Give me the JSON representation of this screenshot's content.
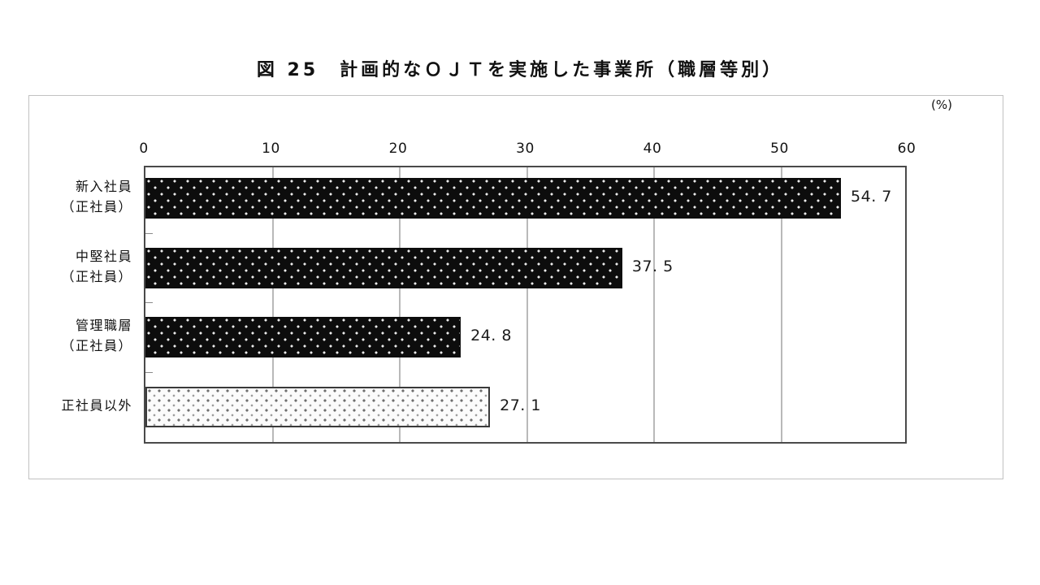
{
  "figure": {
    "title": "図 25　計画的なＯＪＴを実施した事業所（職層等別）",
    "unit_label": "(%)"
  },
  "chart_data": {
    "type": "bar",
    "orientation": "horizontal",
    "title": "図 25　計画的なＯＪＴを実施した事業所（職層等別）",
    "xlabel": "(%)",
    "ylabel": "",
    "xlim": [
      0,
      60
    ],
    "grid": true,
    "legend": "none",
    "categories": [
      "新入社員\n（正社員）",
      "中堅社員\n（正社員）",
      "管理職層\n（正社員）",
      "正社員以外"
    ],
    "values": [
      54.7,
      37.5,
      24.8,
      27.1
    ],
    "value_labels": [
      "54. 7",
      "37. 5",
      "24. 8",
      "27. 1"
    ],
    "bar_styles": [
      "dark",
      "dark",
      "dark",
      "light"
    ],
    "xticks": [
      0,
      10,
      20,
      30,
      40,
      50,
      60
    ],
    "xtick_labels": [
      "0",
      "10",
      "20",
      "30",
      "40",
      "50",
      "60"
    ],
    "colors": {
      "bar_dark": "#0d0d0d",
      "bar_light": "#fbfbfb",
      "bar_light_border": "#3a3a3a",
      "gridline": "#b9b9b9",
      "axis": "#4a4a4a",
      "frame": "#c2c2c2",
      "text": "#111111",
      "background": "#ffffff"
    }
  }
}
